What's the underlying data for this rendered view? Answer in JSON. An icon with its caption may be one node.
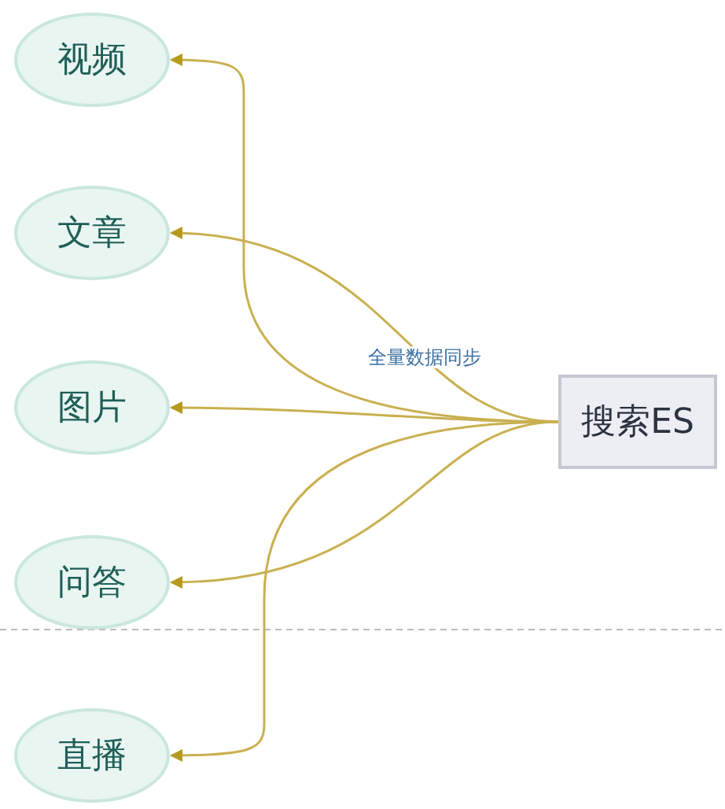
{
  "diagram": {
    "nodes": [
      {
        "text": [
          "视频"
        ]
      },
      {
        "text": [
          "文章"
        ]
      },
      {
        "text": [
          "图片"
        ]
      },
      {
        "text": [
          "问答"
        ]
      },
      {
        "text": [
          "直播"
        ]
      },
      {
        "text": [
          "搜索ES"
        ]
      }
    ],
    "edges": [
      {
        "from": 5,
        "to": 0,
        "arrow": "to"
      },
      {
        "from": 5,
        "to": 1,
        "arrow": "to"
      },
      {
        "from": 5,
        "to": 2,
        "arrow": "to"
      },
      {
        "from": 5,
        "to": 3,
        "arrow": "to"
      },
      {
        "from": 5,
        "to": 4,
        "arrow": "to"
      }
    ],
    "labels": [
      "全量数据同步"
    ]
  }
}
